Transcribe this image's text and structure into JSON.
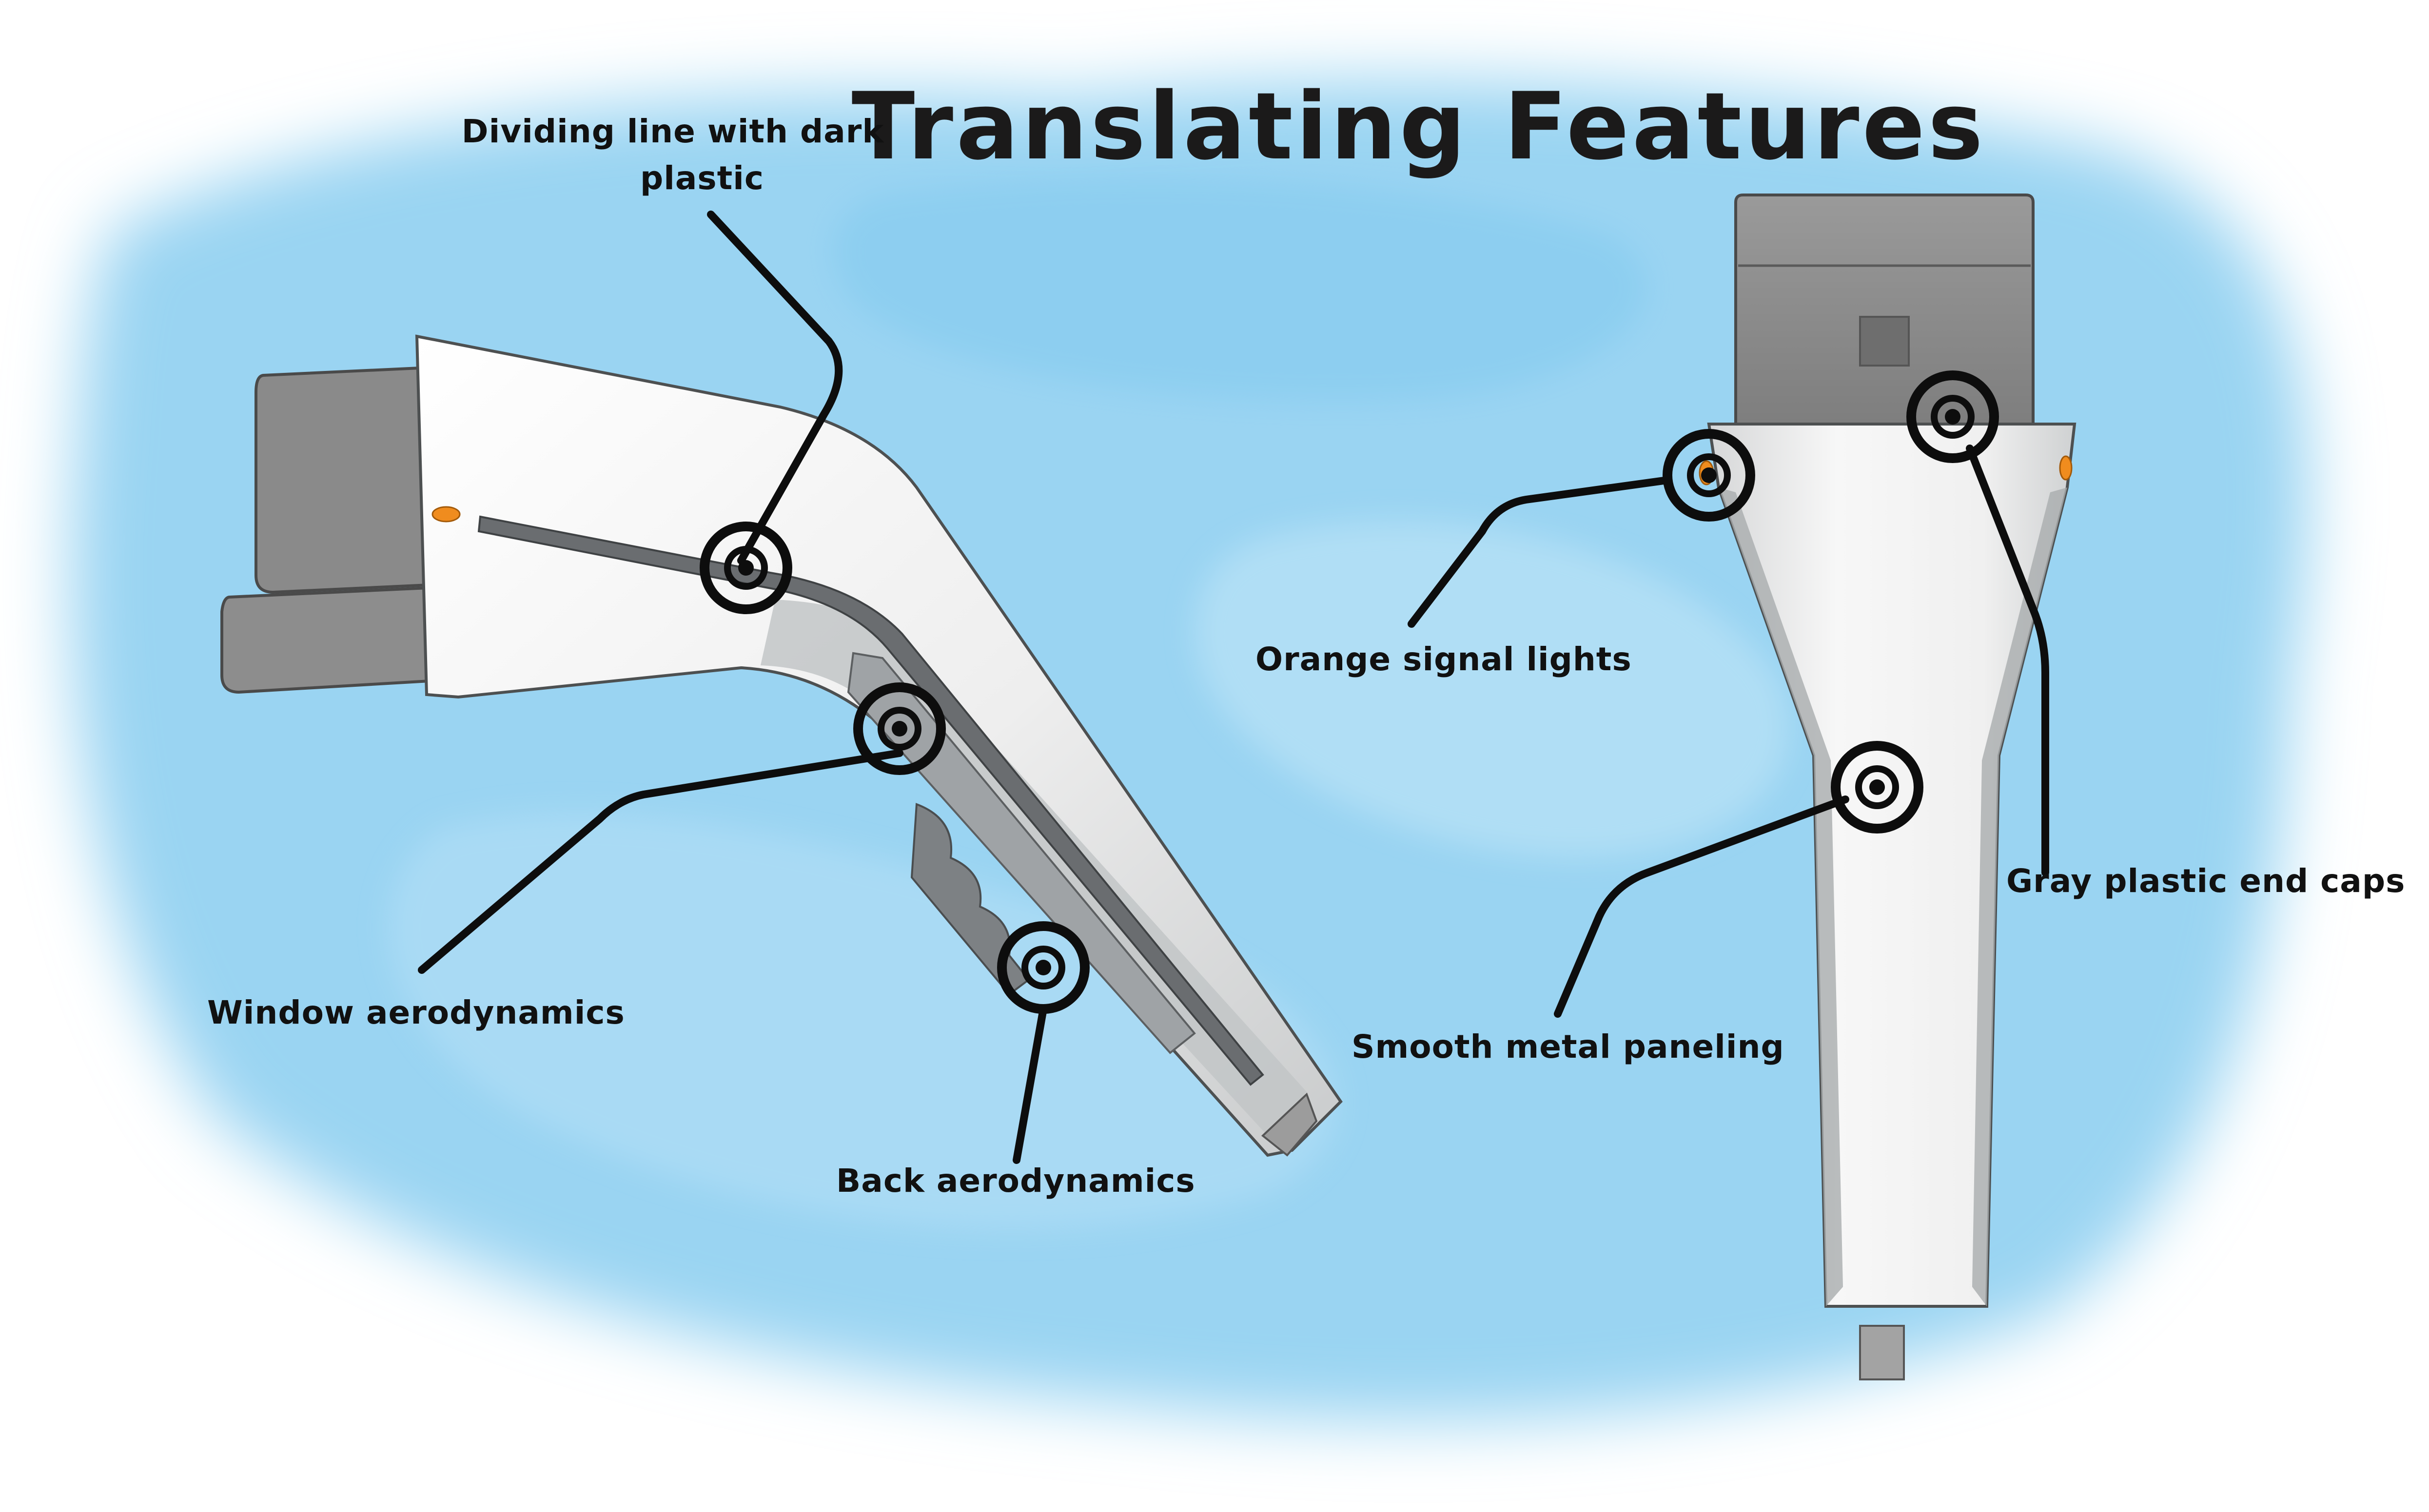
{
  "title": "Translating Features",
  "colors": {
    "sky_blue": "#8fcff0",
    "sky_light": "#cdeaf9",
    "body_white": "#f2f2f2",
    "body_shadow": "#b9bcbe",
    "cap_gray": "#8c8c8c",
    "cap_dark": "#6f6f6f",
    "dark_plastic": "#6a6d70",
    "signal_orange": "#f08c1e",
    "ink": "#111111"
  },
  "callouts": {
    "dividing_line": {
      "label_line1": "Dividing line with dark",
      "label_line2": "plastic"
    },
    "window_aero": {
      "label": "Window aerodynamics"
    },
    "back_aero": {
      "label": "Back aerodynamics"
    },
    "orange_lights": {
      "label": "Orange signal lights"
    },
    "metal_paneling": {
      "label": "Smooth metal paneling"
    },
    "end_caps": {
      "label": "Gray plastic end caps"
    }
  },
  "icons": {
    "callout_marker": "bullseye-ring"
  }
}
